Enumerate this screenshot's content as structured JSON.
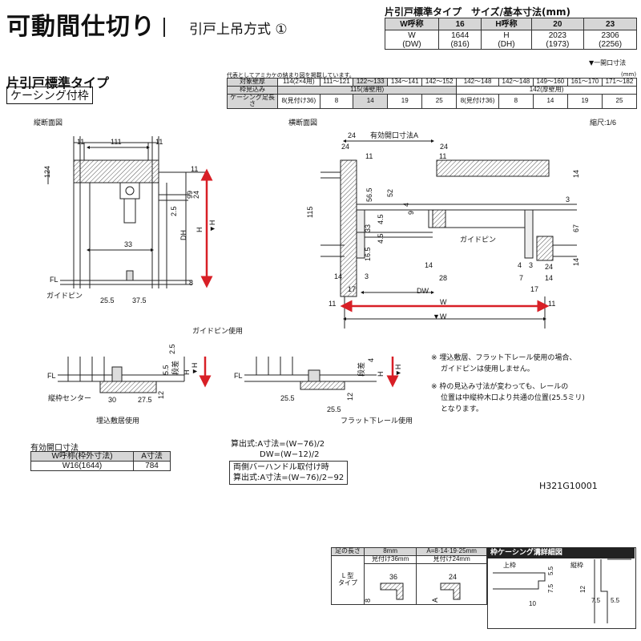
{
  "header": {
    "title": "可動間仕切り",
    "subtitle": "引戸上吊方式 ①"
  },
  "size_table": {
    "caption": "片引戸標準タイプ　サイズ/基本寸法(mm)",
    "w_head": "W呼称",
    "w_cols": [
      "16"
    ],
    "w_label": "W\n(DW)",
    "w_values": [
      "1644\n(816)"
    ],
    "h_head": "H呼称",
    "h_cols": [
      "20",
      "23"
    ],
    "h_label": "H\n(DH)",
    "h_values": [
      "2023\n(1973)",
      "2306\n(2256)"
    ]
  },
  "section": {
    "type_title": "片引戸標準タイプ",
    "type_badge": "ケーシング付枠",
    "note": "代表としてアミカケの納まり図を掲載しています。",
    "legend": "▼一開口寸法",
    "unit": "(mm)"
  },
  "frame_table": {
    "rows": [
      {
        "label": "対象壁厚",
        "cells": [
          "114(2×4用)",
          "111〜121",
          "122〜133",
          "134〜141",
          "142〜152",
          "142〜148",
          "142〜148",
          "149〜160",
          "161〜170",
          "171〜182"
        ]
      },
      {
        "label": "枠見込み",
        "cells": [
          "115(薄壁用)",
          "142(厚壁用)"
        ]
      },
      {
        "label": "ケーシング足長さ",
        "cells": [
          "8(見付け36)",
          "8",
          "14",
          "19",
          "25",
          "8(見付け36)",
          "8",
          "14",
          "19",
          "25"
        ]
      }
    ]
  },
  "drawing_labels": {
    "vertical_section": "縦断面図",
    "horizontal_section": "横断面図",
    "scale": "縮尺:1/6",
    "effective_opening": "有効開口寸法A",
    "guide_pin": "ガイドピン",
    "guide_pin_label": "ガイドピン",
    "fl": "FL",
    "dh": "DH",
    "h": "H",
    "h_mark": "▼H",
    "dw": "DW",
    "w": "W",
    "w_mark": "▼W",
    "guide_pin_use": "ガイドピン使用",
    "step": "段差",
    "embedded_threshold": "埋込敷居使用",
    "flat_rail": "フラット下レール使用",
    "frame_center": "縦枠センター",
    "dims_v": [
      "11",
      "111",
      "11",
      "124",
      "11",
      "99",
      "24",
      "2.5",
      "33",
      "8",
      "25.5",
      "37.5"
    ],
    "dims_h": [
      "24",
      "24",
      "11",
      "11",
      "24",
      "14",
      "56.5",
      "52",
      "4",
      "9",
      "4.5",
      "33",
      "4.5",
      "16.5",
      "67",
      "3",
      "115",
      "14",
      "17",
      "3",
      "14",
      "28",
      "4",
      "3",
      "24",
      "7",
      "17",
      "11",
      "11",
      "14",
      "14"
    ],
    "dims_sub": [
      "2.5",
      "5.5",
      "30",
      "27.5",
      "12",
      "4",
      "25.5",
      "25.5",
      "12"
    ]
  },
  "notes": [
    "※ 埋込敷居、フラット下レール使用の場合、",
    "ガイドピンは使用しません。",
    "※ 枠の見込み寸法が変わっても、レールの",
    "位置は中縦枠木口より共通の位置(25.5ミリ)",
    "となります。"
  ],
  "opening_table": {
    "caption": "有効開口寸法",
    "head": [
      "W呼称(枠外寸法)",
      "A寸法"
    ],
    "row": [
      "W16(1644)",
      "784"
    ]
  },
  "calc": {
    "line1": "算出式:A寸法=(W−76)/2",
    "line2": "DW=(W−12)/2",
    "box1": "両側バーハンドル取付け時",
    "box2": "算出式:A寸法=(W−76)/2−92"
  },
  "drawing_code": "H321G10001",
  "bottom_table": {
    "head": [
      "足の長さ",
      "8mm",
      "A=8·14·19·25mm"
    ],
    "sub": [
      "見付け36mm",
      "見付け24mm"
    ],
    "type_label": "L 型\nタイプ",
    "dims": [
      "36",
      "8",
      "24",
      "A"
    ]
  },
  "casing": {
    "header": "枠ケーシング溝詳細図",
    "upper": "上枠",
    "vertical": "縦枠",
    "dims": [
      "5.5",
      "7.5",
      "10",
      "12",
      "7.5",
      "5.5"
    ]
  },
  "colors": {
    "arrow": "#d81f26",
    "header_bg": "#d6d6d6",
    "line": "#222222"
  }
}
